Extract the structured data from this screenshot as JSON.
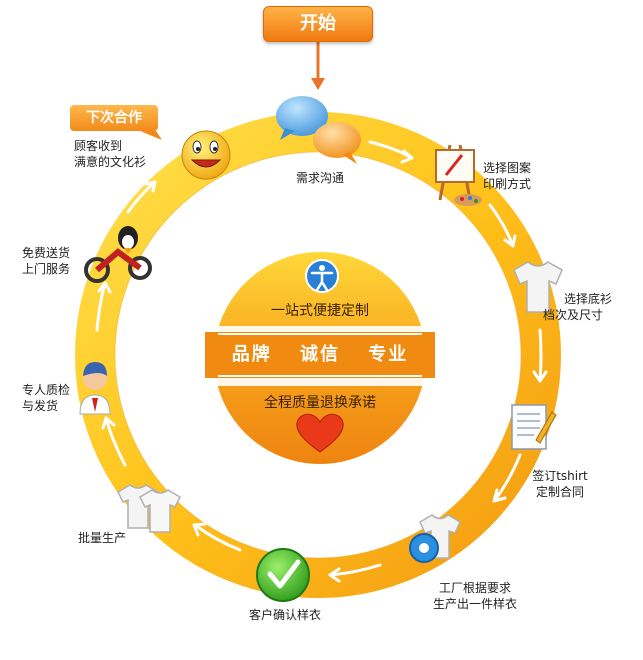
{
  "start_label": "开始",
  "next_label": "下次合作",
  "steps": [
    {
      "label_1": "需求沟通",
      "label_2": ""
    },
    {
      "label_1": "选择图案",
      "label_2": "印刷方式"
    },
    {
      "label_1": "选择底衫",
      "label_2": "档次及尺寸"
    },
    {
      "label_1": "签订tshirt",
      "label_2": "定制合同"
    },
    {
      "label_1": "工厂根据要求",
      "label_2": "生产出一件样衣"
    },
    {
      "label_1": "客户确认样衣",
      "label_2": ""
    },
    {
      "label_1": "批量生产",
      "label_2": ""
    },
    {
      "label_1": "专人质检",
      "label_2": "与发货"
    },
    {
      "label_1": "免费送货",
      "label_2": "上门服务"
    },
    {
      "label_1": "顾客收到",
      "label_2": "满意的文化衫"
    }
  ],
  "center": {
    "line_1": "一站式便捷定制",
    "line_2": "品牌　 诚信　 专业",
    "line_3": "全程质量退换承诺"
  },
  "colors": {
    "ring_outer": "#f6a623",
    "ring_inner": "#ffd84a",
    "center_top": "#ffd23a",
    "center_bottom": "#f08a10",
    "accent_orange": "#f07a10",
    "arrow": "#ffffff"
  },
  "icons": [
    "speech-bubbles-icon",
    "easel-icon",
    "tshirt-icon",
    "contract-icon",
    "gear-tshirt-icon",
    "checkmark-icon",
    "tshirts-icon",
    "inspector-icon",
    "motorcycle-delivery-icon",
    "smiley-icon",
    "accessibility-icon",
    "heart-icon"
  ]
}
